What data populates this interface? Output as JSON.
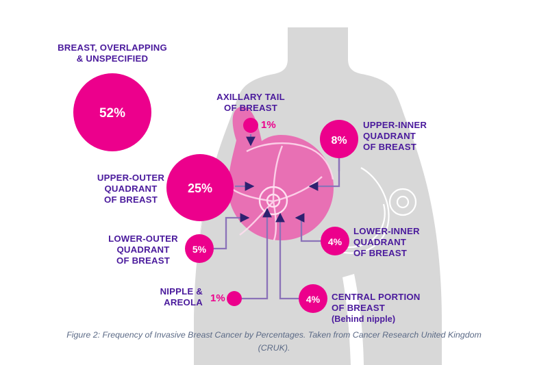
{
  "figure": {
    "caption": "Figure 2: Frequency of Invasive Breast Cancer by Percentages. Taken from Cancer Research United Kingdom (CRUK)."
  },
  "colors": {
    "magenta": "#ec008c",
    "purple_text": "#4a1a9c",
    "arrow_dark": "#2e2170",
    "connector": "#8b72b8",
    "body_gray": "#d8d8d8",
    "breast_pink": "#e870b4",
    "caption_gray": "#5b6a86",
    "bubble_label_white": "#ffffff"
  },
  "chart_data": {
    "type": "pie",
    "title": "Frequency of Invasive Breast Cancer by Percentages",
    "xlabel": "",
    "ylabel": "",
    "unit": "%",
    "source": "Cancer Research United Kingdom (CRUK)",
    "categories": [
      "Breast, overlapping & unspecified",
      "Upper-outer quadrant of breast",
      "Upper-inner quadrant of breast",
      "Lower-outer quadrant of breast",
      "Lower-inner quadrant of breast",
      "Central portion of breast (behind nipple)",
      "Axillary tail of breast",
      "Nipple & areola"
    ],
    "values": [
      52,
      25,
      8,
      5,
      4,
      4,
      1,
      1
    ],
    "legend_position": "inline-labels",
    "grid": false
  },
  "items": [
    {
      "id": "breast-overlapping",
      "label": "BREAST, OVERLAPPING\n& UNSPECIFIED",
      "value": "52%",
      "label_align": "center",
      "value_inside": true
    },
    {
      "id": "axillary-tail",
      "label": "AXILLARY TAIL\nOF BREAST",
      "value": "1%",
      "label_align": "center",
      "value_inside": false
    },
    {
      "id": "upper-inner",
      "label": "UPPER-INNER\nQUADRANT\nOF BREAST",
      "value": "8%",
      "label_align": "left",
      "value_inside": true
    },
    {
      "id": "upper-outer",
      "label": "UPPER-OUTER\nQUADRANT\nOF BREAST",
      "value": "25%",
      "label_align": "center",
      "value_inside": true
    },
    {
      "id": "lower-outer",
      "label": "LOWER-OUTER\nQUADRANT\nOF BREAST",
      "value": "5%",
      "label_align": "center",
      "value_inside": true
    },
    {
      "id": "lower-inner",
      "label": "LOWER-INNER\nQUADRANT\nOF BREAST",
      "value": "4%",
      "label_align": "left",
      "value_inside": true
    },
    {
      "id": "nipple-areola",
      "label": "NIPPLE &\nAREOLA",
      "value": "1%",
      "label_align": "right",
      "value_inside": false
    },
    {
      "id": "central-portion",
      "label": "CENTRAL PORTION\nOF BREAST",
      "label_sub": "(Behind nipple)",
      "value": "4%",
      "label_align": "left",
      "value_inside": true
    }
  ]
}
